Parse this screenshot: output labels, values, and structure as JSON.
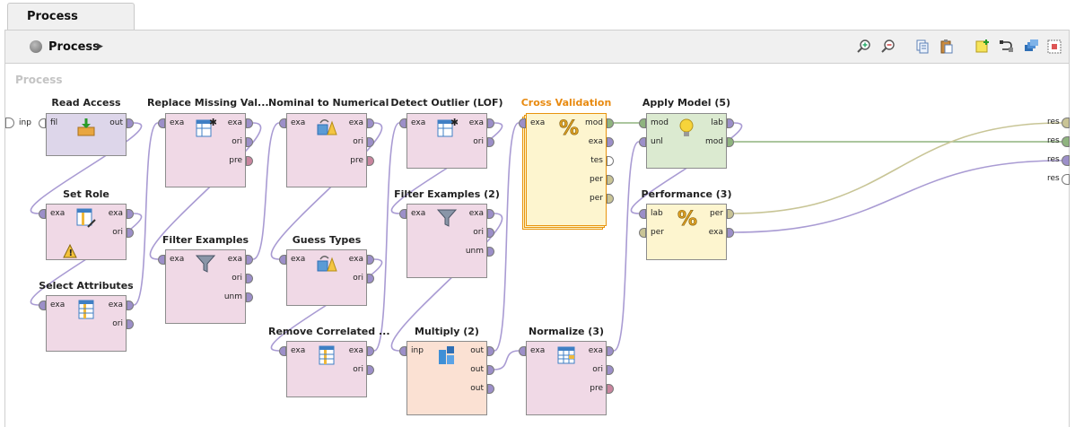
{
  "tab": {
    "label": "Process"
  },
  "breadcrumb": {
    "label": "Process"
  },
  "canvas": {
    "title": "Process"
  },
  "colors": {
    "op_pink": "#f0d9e6",
    "op_purple": "#ddd6ea",
    "op_yellow": "#fdf5cf",
    "op_green": "#dbead0",
    "op_salmon": "#fbe1d3",
    "cv_border": "#e8940e",
    "cv_title": "#e88a10",
    "port_purple": "#9c8fc9",
    "port_green": "#8fb47f",
    "port_olive": "#c9c496",
    "port_pink": "#c9859e",
    "wire_purple": "#a99bd3",
    "wire_green": "#8fb47f",
    "wire_olive": "#c8c596"
  },
  "process_ports": {
    "input": "inp",
    "outputs": [
      "res",
      "res",
      "res",
      "res"
    ]
  },
  "operators": [
    {
      "name": "Read Access",
      "color": "purple",
      "inputs": [
        "fil"
      ],
      "outputs": [
        "out"
      ],
      "icon": "import-icon"
    },
    {
      "name": "Set Role",
      "color": "pink",
      "inputs": [
        "exa"
      ],
      "outputs": [
        "exa",
        "ori"
      ],
      "icon": "table-edit-icon",
      "warning": true
    },
    {
      "name": "Select Attributes",
      "color": "pink",
      "inputs": [
        "exa"
      ],
      "outputs": [
        "exa",
        "ori"
      ],
      "icon": "table-columns-icon"
    },
    {
      "name": "Replace Missing Val...",
      "color": "pink",
      "inputs": [
        "exa"
      ],
      "outputs": [
        "exa",
        "ori",
        "pre"
      ],
      "icon": "table-star-icon"
    },
    {
      "name": "Filter Examples",
      "color": "pink",
      "inputs": [
        "exa"
      ],
      "outputs": [
        "exa",
        "ori",
        "unm"
      ],
      "icon": "filter-icon"
    },
    {
      "name": "Nominal to Numerical",
      "color": "pink",
      "inputs": [
        "exa"
      ],
      "outputs": [
        "exa",
        "ori",
        "pre"
      ],
      "icon": "type-convert-icon"
    },
    {
      "name": "Guess Types",
      "color": "pink",
      "inputs": [
        "exa"
      ],
      "outputs": [
        "exa",
        "ori"
      ],
      "icon": "type-convert-icon"
    },
    {
      "name": "Remove Correlated ...",
      "color": "pink",
      "inputs": [
        "exa"
      ],
      "outputs": [
        "exa",
        "ori"
      ],
      "icon": "table-columns-icon"
    },
    {
      "name": "Detect Outlier (LOF)",
      "color": "pink",
      "inputs": [
        "exa"
      ],
      "outputs": [
        "exa",
        "ori"
      ],
      "icon": "table-star-icon"
    },
    {
      "name": "Filter Examples (2)",
      "color": "pink",
      "inputs": [
        "exa"
      ],
      "outputs": [
        "exa",
        "ori",
        "unm"
      ],
      "icon": "filter-icon"
    },
    {
      "name": "Multiply (2)",
      "color": "salmon",
      "inputs": [
        "inp"
      ],
      "outputs": [
        "out",
        "out",
        "out"
      ],
      "icon": "multiply-icon"
    },
    {
      "name": "Cross Validation",
      "color": "yellow",
      "inputs": [
        "exa"
      ],
      "outputs": [
        "mod",
        "exa",
        "tes",
        "per",
        "per"
      ],
      "icon": "percent-icon"
    },
    {
      "name": "Normalize (3)",
      "color": "pink",
      "inputs": [
        "exa"
      ],
      "outputs": [
        "exa",
        "ori",
        "pre"
      ],
      "icon": "table-grid-icon"
    },
    {
      "name": "Apply Model (5)",
      "color": "green",
      "inputs": [
        "mod",
        "unl"
      ],
      "outputs": [
        "lab",
        "mod"
      ],
      "icon": "lightbulb-icon"
    },
    {
      "name": "Performance (3)",
      "color": "yellow",
      "inputs": [
        "lab",
        "per"
      ],
      "outputs": [
        "per",
        "exa"
      ],
      "icon": "percent-icon"
    }
  ]
}
